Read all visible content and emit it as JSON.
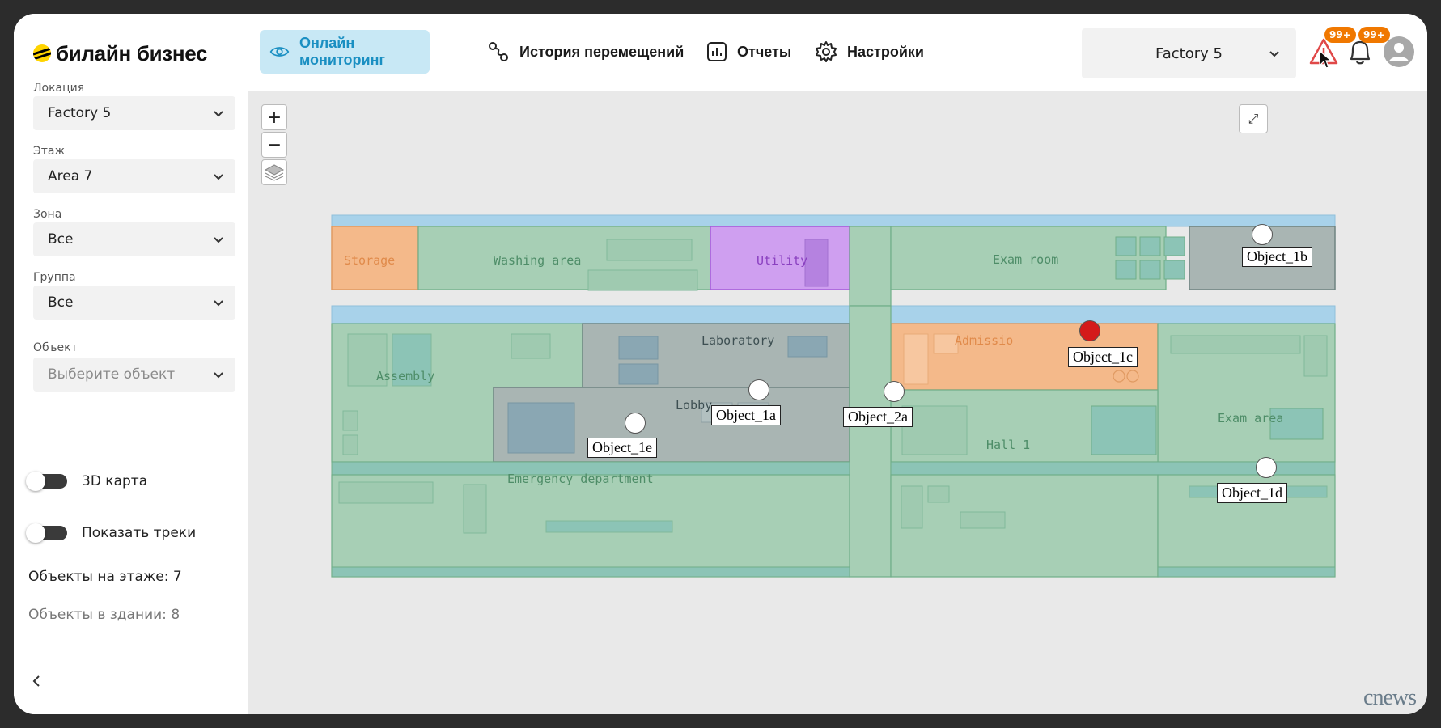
{
  "brand": {
    "name": "билайн бизнес"
  },
  "nav": {
    "items": [
      {
        "label": "Онлайн мониторинг",
        "icon": "eye-icon",
        "active": true
      },
      {
        "label": "История перемещений",
        "icon": "route-icon",
        "active": false
      },
      {
        "label": "Отчеты",
        "icon": "chart-icon",
        "active": false
      },
      {
        "label": "Настройки",
        "icon": "gear-icon",
        "active": false
      }
    ],
    "factory_select": "Factory 5",
    "alerts_badge": "99+",
    "notifications_badge": "99+"
  },
  "filters": {
    "location": {
      "label": "Локация",
      "value": "Factory 5"
    },
    "floor": {
      "label": "Этаж",
      "value": "Area 7"
    },
    "zone": {
      "label": "Зона",
      "value": "Все"
    },
    "group": {
      "label": "Группа",
      "value": "Все"
    },
    "object": {
      "label": "Объект",
      "placeholder": "Выберите объект"
    }
  },
  "toggles": {
    "map3d": {
      "label": "3D карта",
      "on": false
    },
    "tracks": {
      "label": "Показать треки",
      "on": false
    }
  },
  "stats": {
    "floor_label": "Объекты на этаже:",
    "floor_value": "7",
    "building_label": "Объекты в здании:",
    "building_value": "8"
  },
  "map": {
    "zoom_in": "+",
    "zoom_out": "−",
    "rooms": {
      "storage": "Storage",
      "washing": "Washing area",
      "utility": "Utility",
      "exam_room": "Exam room",
      "laboratory": "Laboratory",
      "admission": "Admissio",
      "assembly": "Assembly",
      "lobby": "Lobby",
      "exam_area": "Exam area",
      "hall1": "Hall 1",
      "emergency": "Emergency department"
    },
    "objects": {
      "o1b": "Object_1b",
      "o1c": "Object_1c",
      "o1a": "Object_1a",
      "o2a": "Object_2a",
      "o1e": "Object_1e",
      "o1d": "Object_1d"
    }
  },
  "watermark": "cnews"
}
